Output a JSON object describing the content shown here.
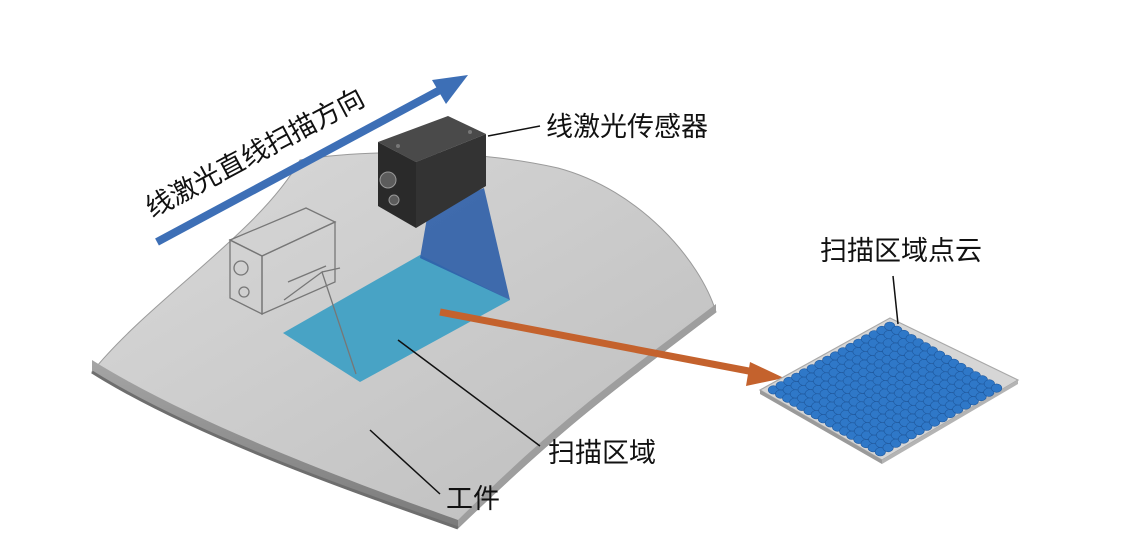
{
  "labels": {
    "scan_direction": "线激光直线扫描方向",
    "sensor": "线激光传感器",
    "point_cloud": "扫描区域点云",
    "scan_area": "扫描区域",
    "workpiece": "工件"
  },
  "colors": {
    "direction_arrow": "#3d6fb6",
    "link_arrow": "#c4622d",
    "scan_area": "#3a9fc4",
    "laser_beam": "#2f5fa8",
    "workpiece_top": "#c9c9c9",
    "workpiece_side": "#8e8e8e",
    "sensor_body": "#2c2c2c",
    "point": "#2f78c8",
    "point_base": "#d6d6d6"
  },
  "icons": {
    "sensor": "laser-line-sensor-icon",
    "sensor_ghost": "laser-line-sensor-outline-icon"
  }
}
